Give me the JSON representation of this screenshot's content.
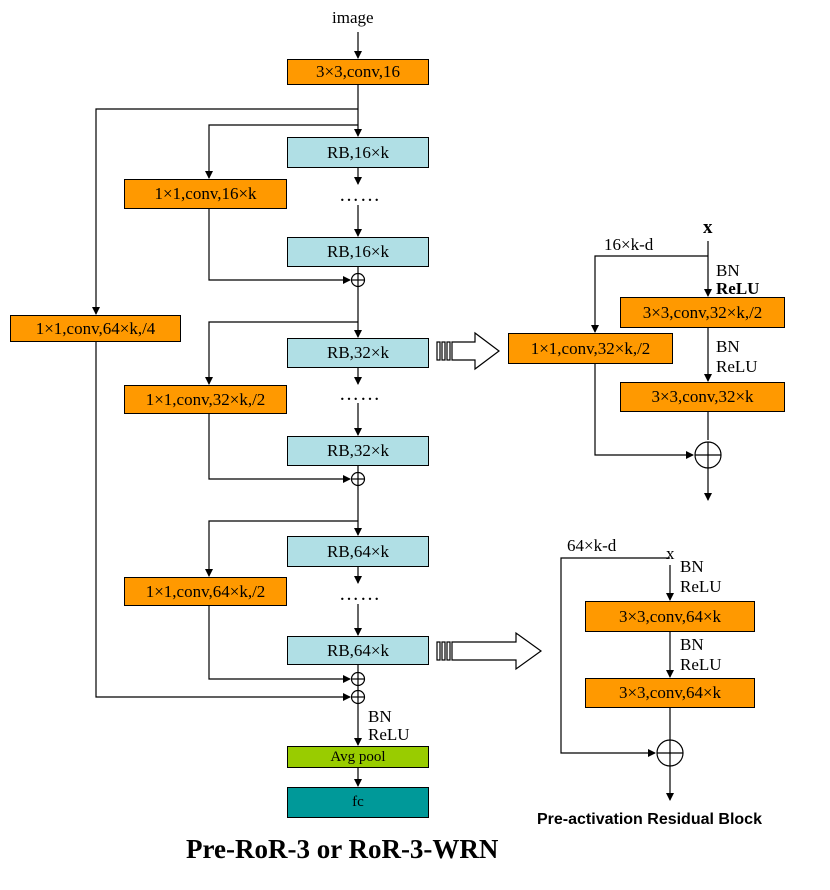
{
  "left": {
    "input": "image",
    "conv_in": "3×3,conv,16",
    "rb16_top": "RB,16×k",
    "rb16_bot": "RB,16×k",
    "short16": "1×1,conv,16×k",
    "long_short": "1×1,conv,64×k,/4",
    "rb32_top": "RB,32×k",
    "rb32_bot": "RB,32×k",
    "short32": "1×1,conv,32×k,/2",
    "rb64_top": "RB,64×k",
    "rb64_bot": "RB,64×k",
    "short64": "1×1,conv,64×k,/2",
    "dots": "……",
    "bn": "BN",
    "relu": "ReLU",
    "avg_pool": "Avg pool",
    "fc": "fc"
  },
  "block_top": {
    "x": "x",
    "shortcut_label": "16×k-d",
    "bn1": "BN",
    "relu1": "ReLU",
    "conv1": "3×3,conv,32×k,/2",
    "shortcut_conv": "1×1,conv,32×k,/2",
    "bn2": "BN",
    "relu2": "ReLU",
    "conv2": "3×3,conv,32×k"
  },
  "block_bottom": {
    "x": "x",
    "shortcut_label": "64×k-d",
    "bn1": "BN",
    "relu1": "ReLU",
    "conv1": "3×3,conv,64×k",
    "bn2": "BN",
    "relu2": "ReLU",
    "conv2": "3×3,conv,64×k"
  },
  "captions": {
    "main": "Pre-RoR-3 or RoR-3-WRN",
    "side": "Pre-activation Residual Block"
  },
  "colors": {
    "conv": "#ff9900",
    "rb": "#b0dfe5",
    "avg_pool": "#99cc00",
    "fc": "#009999"
  }
}
